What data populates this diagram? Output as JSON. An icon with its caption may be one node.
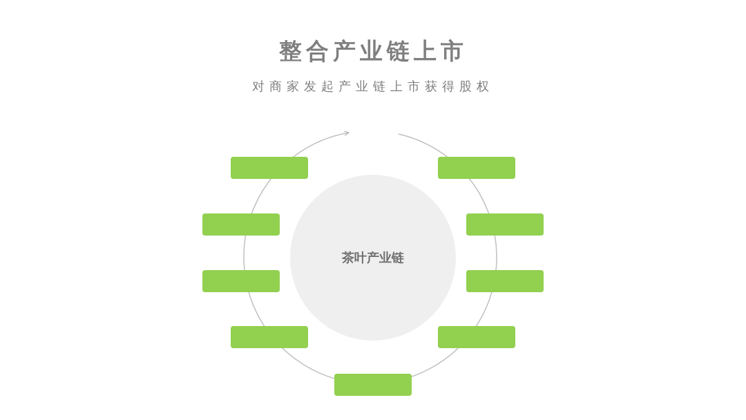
{
  "diagram": {
    "title": "整合产业链上市",
    "caption": "对商家发起产业链上市获得股权",
    "nodes": [
      {
        "text": [
          "茶叶产业链"
        ]
      },
      {
        "text": [],
        "shape": "box"
      },
      {
        "text": [],
        "shape": "box"
      },
      {
        "text": [],
        "shape": "box"
      },
      {
        "text": [],
        "shape": "box"
      },
      {
        "text": [],
        "shape": "box"
      },
      {
        "text": [],
        "shape": "box"
      },
      {
        "text": [],
        "shape": "box"
      },
      {
        "text": [],
        "shape": "box"
      },
      {
        "text": [],
        "shape": "box"
      }
    ],
    "edges": []
  }
}
